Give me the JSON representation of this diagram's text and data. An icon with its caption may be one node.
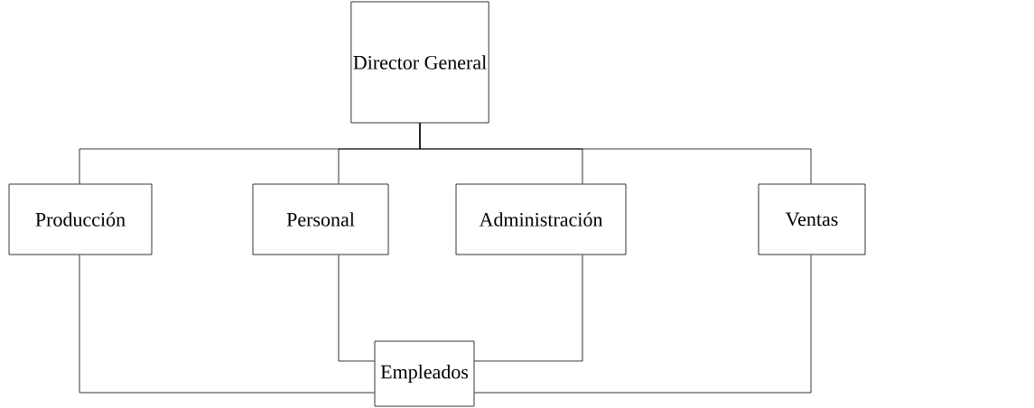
{
  "diagram": {
    "nodes": [
      {
        "text": [
          "Director General"
        ]
      },
      {
        "text": [
          "Producción"
        ]
      },
      {
        "text": [
          "Personal"
        ]
      },
      {
        "text": [
          "Administración"
        ]
      },
      {
        "text": [
          "Ventas"
        ]
      },
      {
        "text": [
          "Empleados"
        ]
      }
    ],
    "edges": [
      {
        "from": 0,
        "to": 1,
        "arrow": "none"
      },
      {
        "from": 0,
        "to": 2,
        "arrow": "none"
      },
      {
        "from": 0,
        "to": 3,
        "arrow": "none"
      },
      {
        "from": 0,
        "to": 4,
        "arrow": "none"
      },
      {
        "from": 1,
        "to": 5,
        "arrow": "none"
      },
      {
        "from": 2,
        "to": 5,
        "arrow": "none"
      },
      {
        "from": 3,
        "to": 5,
        "arrow": "none"
      },
      {
        "from": 4,
        "to": 5,
        "arrow": "none"
      }
    ]
  }
}
